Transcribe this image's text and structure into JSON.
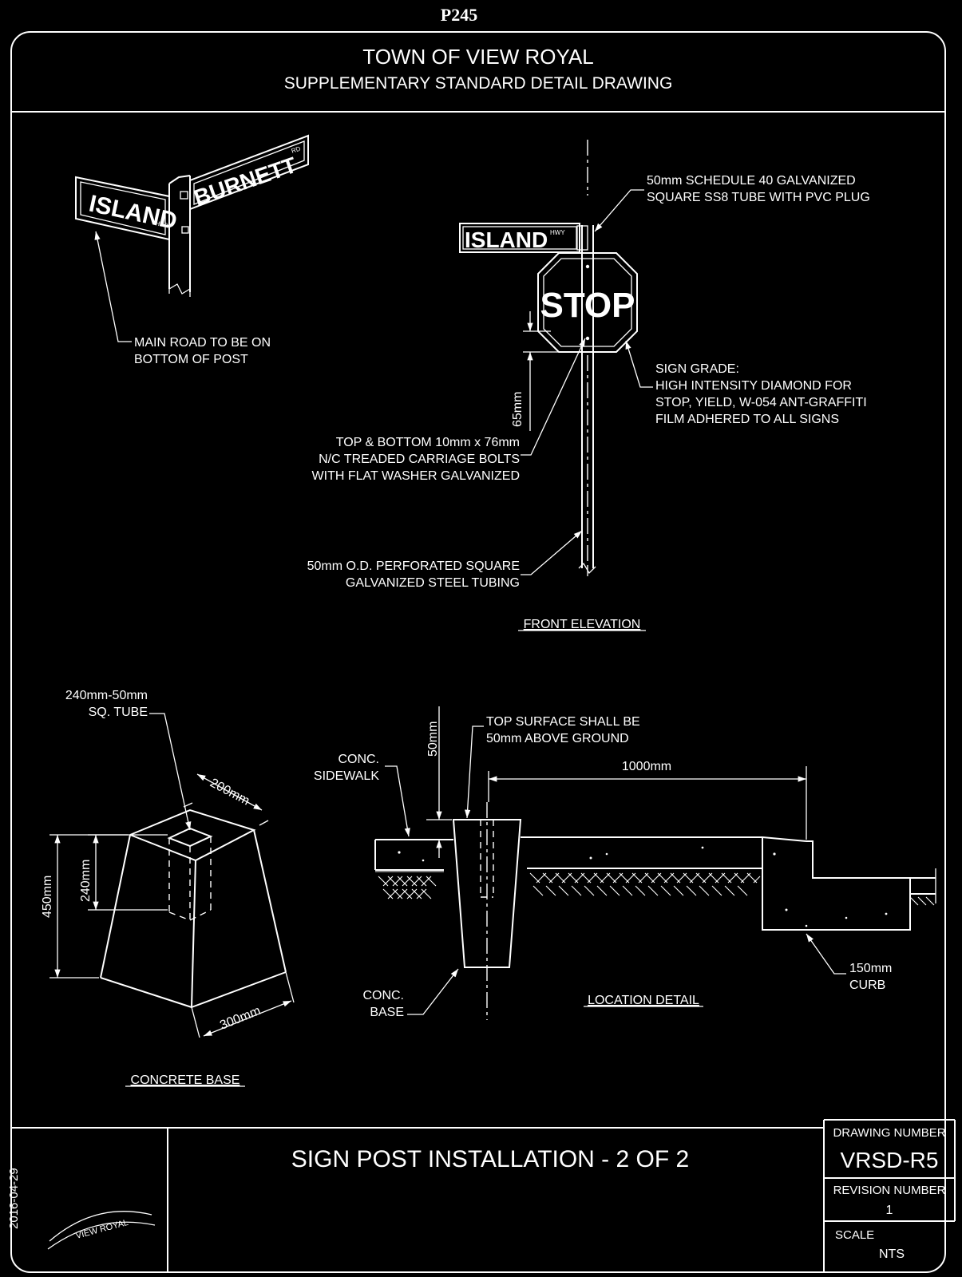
{
  "page_id": "P245",
  "header": {
    "line1": "TOWN OF VIEW ROYAL",
    "line2": "SUPPLEMENTARY STANDARD DETAIL DRAWING"
  },
  "signs": {
    "island": "ISLAND",
    "island_suffix": "HWY",
    "burnett": "BURNETT",
    "burnett_suffix": "RD",
    "stop": "STOP"
  },
  "notes": {
    "main_road_1": "MAIN ROAD TO BE ON",
    "main_road_2": "BOTTOM OF POST",
    "tube_1": "50mm SCHEDULE 40 GALVANIZED",
    "tube_2": "SQUARE SS8 TUBE WITH PVC PLUG",
    "grade_1": "SIGN GRADE:",
    "grade_2": "HIGH INTENSITY DIAMOND FOR",
    "grade_3": "STOP, YIELD, W-054 ANT-GRAFFITI",
    "grade_4": "FILM ADHERED TO ALL SIGNS",
    "dim_65": "65mm",
    "bolts_1": "TOP & BOTTOM 10mm x 76mm",
    "bolts_2": "N/C TREADED CARRIAGE BOLTS",
    "bolts_3": "WITH FLAT WASHER GALVANIZED",
    "tubing_1": "50mm O.D. PERFORATED SQUARE",
    "tubing_2": "GALVANIZED STEEL TUBING",
    "sq_tube_1": "240mm-50mm",
    "sq_tube_2": "SQ. TUBE",
    "dim_200": "200mm",
    "dim_240": "240mm",
    "dim_450": "450mm",
    "dim_300": "300mm",
    "dim_50": "50mm",
    "top_surface_1": "TOP SURFACE SHALL BE",
    "top_surface_2": "50mm ABOVE GROUND",
    "sidewalk_1": "CONC.",
    "sidewalk_2": "SIDEWALK",
    "dim_1000": "1000mm",
    "base_1": "CONC.",
    "base_2": "BASE",
    "curb_1": "150mm",
    "curb_2": "CURB"
  },
  "captions": {
    "front_elevation": "FRONT ELEVATION",
    "concrete_base": "CONCRETE BASE",
    "location_detail": "LOCATION DETAIL"
  },
  "title_block": {
    "date": "2016-04-29",
    "title": "SIGN POST INSTALLATION - 2 OF 2",
    "drawing_number_label": "DRAWING NUMBER",
    "drawing_number": "VRSD-R5",
    "revision_label": "REVISION NUMBER",
    "revision": "1",
    "scale_label": "SCALE",
    "scale": "NTS",
    "logo_text": "VIEW ROYAL"
  },
  "colors": {
    "background": "#000000",
    "linework": "#ffffff"
  }
}
